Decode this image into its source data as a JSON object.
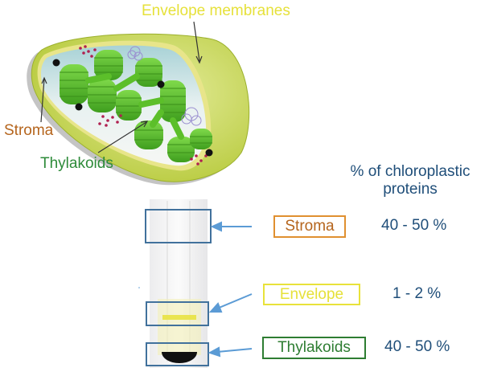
{
  "diagram": {
    "title_labels": {
      "envelope_membranes": "Envelope membranes",
      "stroma": "Stroma",
      "thylakoids": "Thylakoids"
    },
    "column_header": {
      "line1": "% of chloroplastic",
      "line2": "proteins"
    },
    "fractions": [
      {
        "name": "Stroma",
        "percent": "40 - 50 %",
        "color": "#d4862a"
      },
      {
        "name": "Envelope",
        "percent": "1 - 2 %",
        "color": "#e8e23a"
      },
      {
        "name": "Thylakoids",
        "percent": "40 - 50 %",
        "color": "#2e7d32"
      }
    ],
    "colors": {
      "envelope_label": "#e6e13a",
      "stroma_label": "#b5651d",
      "thylakoids_label": "#2e8b3a",
      "percent_text": "#1f4e79",
      "tube_box": "#41719c",
      "tube_arrow": "#5b9bd5",
      "chloroplast_outer": "#c9d94a",
      "thylakoid_green": "#5cbf2a"
    }
  }
}
